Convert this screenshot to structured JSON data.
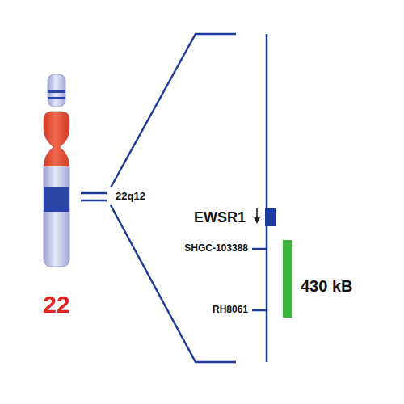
{
  "diagram": {
    "labels": [
      "22q12",
      "EWSR1",
      "SHGC-103388",
      "430 kB",
      "RH8061",
      "22"
    ]
  }
}
